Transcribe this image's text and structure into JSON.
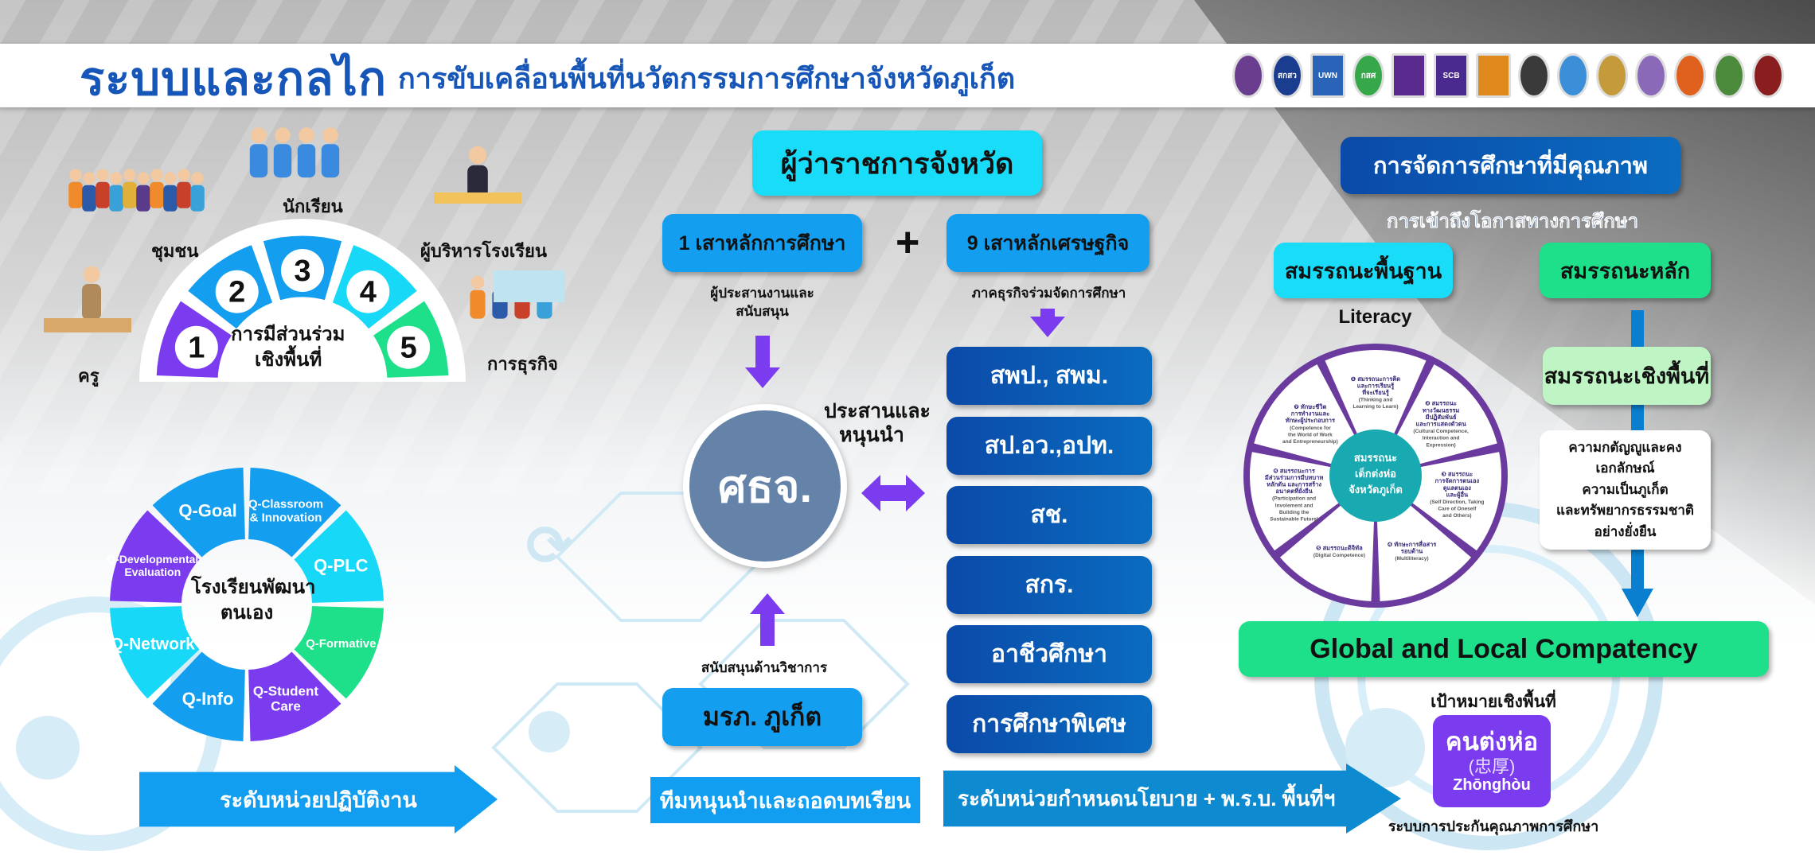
{
  "header": {
    "title_main": "ระบบและกลไก",
    "title_sub": "การขับเคลื่อนพื้นที่นวัตกรรมการศึกษาจังหวัดภูเก็ต",
    "logos": [
      {
        "text": "",
        "color": "#6a3d8f"
      },
      {
        "text": "สกสว",
        "color": "#1a3d8f"
      },
      {
        "text": "UWN",
        "color": "#2a64b8"
      },
      {
        "text": "กสศ",
        "color": "#36a84a"
      },
      {
        "text": "",
        "color": "#5b2a8f"
      },
      {
        "text": "SCB",
        "color": "#4b2a8f"
      },
      {
        "text": "",
        "color": "#e08a1e"
      },
      {
        "text": "",
        "color": "#3a3a3a"
      },
      {
        "text": "",
        "color": "#3b8fd8"
      },
      {
        "text": "",
        "color": "#c49a3a"
      },
      {
        "text": "",
        "color": "#8a6ab8"
      },
      {
        "text": "",
        "color": "#e0601e"
      },
      {
        "text": "",
        "color": "#4a8a3a"
      },
      {
        "text": "",
        "color": "#8a1e1e"
      }
    ]
  },
  "participation": {
    "center_label_1": "การมีส่วนร่วม",
    "center_label_2": "เชิงพื้นที่",
    "segments": [
      {
        "num": "1",
        "color": "#7b3cf0"
      },
      {
        "num": "2",
        "color": "#139ef0"
      },
      {
        "num": "3",
        "color": "#139ef0"
      },
      {
        "num": "4",
        "color": "#18d8f7"
      },
      {
        "num": "5",
        "color": "#1ee08a"
      }
    ],
    "stakeholders": {
      "teacher": "ครู",
      "community": "ชุมชน",
      "students": "นักเรียน",
      "administrator": "ผู้บริหารโรงเรียน",
      "business": "การธุรกิจ"
    }
  },
  "q_wheel": {
    "center_1": "โรงเรียนพัฒนา",
    "center_2": "ตนเอง",
    "segments": [
      {
        "label": "Q-Classroom|& Innovation",
        "color": "#139ef0",
        "size": 15
      },
      {
        "label": "Q-PLC",
        "color": "#18d8f7",
        "size": 22
      },
      {
        "label": "Q-Formative",
        "color": "#1ee08a",
        "size": 15
      },
      {
        "label": "Q-Student|Care",
        "color": "#7b3cf0",
        "size": 17
      },
      {
        "label": "Q-Info",
        "color": "#139ef0",
        "size": 22
      },
      {
        "label": "Q-Network",
        "color": "#18d8f7",
        "size": 21
      },
      {
        "label": "Q-Developmental|Evaluation",
        "color": "#7b3cf0",
        "size": 14
      },
      {
        "label": "Q-Goal",
        "color": "#139ef0",
        "size": 22
      }
    ]
  },
  "middle": {
    "governor": "ผู้ว่าราชการจังหวัด",
    "pillar_edu": "1 เสาหลักการศึกษา",
    "plus": "+",
    "pillar_econ": "9 เสาหลักเศรษฐกิจ",
    "coordinator_1": "ผู้ประสานงานและ",
    "coordinator_2": "สนับสนุน",
    "business_partner": "ภาคธุรกิจร่วมจัดการศึกษา",
    "center": "ศธจ.",
    "coordinate_1": "ประสานและ",
    "coordinate_2": "หนุนนำ",
    "academic_support": "สนับสนุนด้านวิชาการ",
    "university": "มรภ. ภูเก็ต",
    "agencies": [
      "สพป., สพม.",
      "สป.อว.,อปท.",
      "สช.",
      "สกร.",
      "อาชีวศึกษา",
      "การศึกษาพิเศษ"
    ]
  },
  "right": {
    "quality": "การจัดการศึกษาที่มีคุณภาพ",
    "access": "การเข้าถึงโอกาสทางการศึกษา",
    "basic": "สมรรถนะพื้นฐาน",
    "core": "สมรรถนะหลัก",
    "literacy": "Literacy",
    "area_comp": "สมรรถนะเชิงพื้นที่",
    "values": [
      "ความกตัญญูและคงเอกลักษณ์",
      "ความเป็นภูเก็ต",
      "และทรัพยากรธรรมชาติ",
      "อย่างยั่งยืน"
    ],
    "global": "Global and Local Compatency",
    "goal_label": "เป้าหมายเชิงพื้นที่",
    "goal_thai": "คนต่งห่อ",
    "goal_chinese": "(忠厚)",
    "goal_pinyin": "Zhōnghòu",
    "qa": "ระบบการประกันคุณภาพการศึกษา",
    "comp_wheel": {
      "center": [
        "สมรรถนะ",
        "เด็กต่งห่อ",
        "จังหวัดภูเก็ต"
      ],
      "petals": [
        {
          "thai": [
            "❶ สมรรถนะการคิด",
            "และการเรียนรู้",
            "ที่จะเรียนรู้"
          ],
          "en": [
            "(Thinking and",
            "Learning to Learn)"
          ]
        },
        {
          "thai": [
            "❷ สมรรถนะ",
            "ทางวัฒนธรรม",
            "มีปฏิสัมพันธ์",
            "และการแสดงตัวตน"
          ],
          "en": [
            "(Cultural Competence,",
            "Interaction and",
            "Expression)"
          ]
        },
        {
          "thai": [
            "❸ สมรรถนะ",
            "การจัดการตนเอง",
            "ดูแลตนเอง",
            "และผู้อื่น"
          ],
          "en": [
            "(Self Direction, Taking",
            "Care of Oneself",
            "and Others)"
          ]
        },
        {
          "thai": [
            "❹ ทักษะการสื่อสาร",
            "รอบด้าน"
          ],
          "en": [
            "(Multiliteracy)"
          ]
        },
        {
          "thai": [
            "❺ สมรรถนะดิจิทัล"
          ],
          "en": [
            "(Digital Competence)"
          ]
        },
        {
          "thai": [
            "❻ สมรรถนะการ",
            "มีส่วนร่วมการมีบทบาท",
            "หลักดัน และการสร้าง",
            "อนาคตที่ยั่งยืน"
          ],
          "en": [
            "(Participation and",
            "Involement and",
            "Building the",
            "Sustainable Future)"
          ]
        },
        {
          "thai": [
            "❼ ทักษะชีวิต",
            "การทำงานและ",
            "ทักษะผู้ประกอบการ"
          ],
          "en": [
            "(Competence for",
            "the World of Work",
            "and Entrepreneurship)"
          ]
        }
      ]
    }
  },
  "bottom": {
    "operational": "ระดับหน่วยปฏิบัติงาน",
    "lessons": "ทีมหนุนนำและถอดบทเรียน",
    "policy": "ระดับหน่วยกำหนดนโยบาย + พ.ร.บ. พื้นที่ฯ"
  }
}
